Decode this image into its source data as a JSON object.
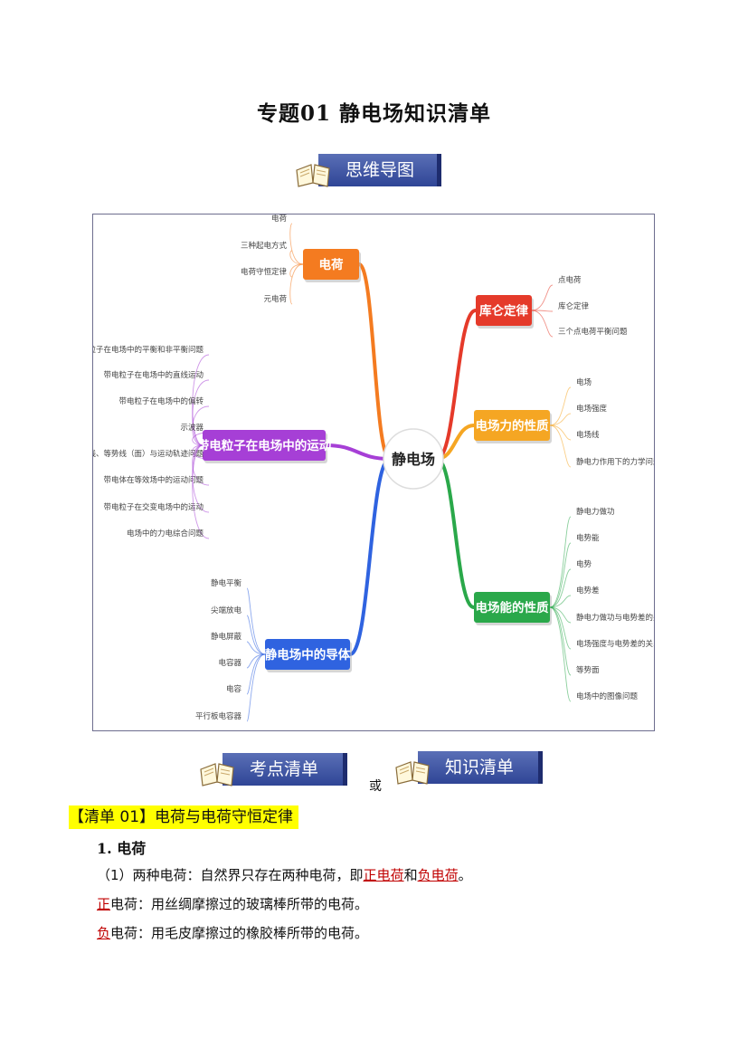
{
  "title": "专题01  静电场知识清单",
  "banners": {
    "mindmap": "思维导图",
    "kaodian": "考点清单",
    "zhishi": "知识清单",
    "or": "或"
  },
  "mindmap": {
    "center": "静电场",
    "branches": [
      {
        "label": "电荷",
        "color": "#f47b20",
        "items": [
          "电荷",
          "三种起电方式",
          "电荷守恒定律",
          "元电荷"
        ]
      },
      {
        "label": "库仑定律",
        "color": "#e53a2a",
        "items": [
          "点电荷",
          "库仑定律",
          "三个点电荷平衡问题"
        ]
      },
      {
        "label": "电场力的性质",
        "color": "#f5a623",
        "items": [
          "电场",
          "电场强度",
          "电场线",
          "静电力作用下的力学问题"
        ]
      },
      {
        "label": "电场能的性质",
        "color": "#2aa84a",
        "items": [
          "静电力做功",
          "电势能",
          "电势",
          "电势差",
          "静电力做功与电势差的关系",
          "电场强度与电势差的关系",
          "等势面",
          "电场中的图像问题"
        ]
      },
      {
        "label": "带电粒子在电场中的运动",
        "color": "#a63fd6",
        "items": [
          "带电粒子在电场中的平衡和非平衡问题",
          "带电粒子在电场中的直线运动",
          "带电粒子在电场中的偏转",
          "示波器",
          "电场线、等势线（面）与运动轨迹问题",
          "带电体在等效场中的运动问题",
          "带电粒子在交变电场中的运动",
          "电场中的力电综合问题"
        ]
      },
      {
        "label": "静电场中的导体",
        "color": "#2f63e0",
        "items": [
          "静电平衡",
          "尖端放电",
          "静电屏蔽",
          "电容器",
          "电容",
          "平行板电容器"
        ]
      }
    ]
  },
  "section": {
    "header": "【清单 01】电荷与电荷守恒定律",
    "item1_title": "1. 电荷",
    "p1": {
      "prefix": "（1）两种电荷：自然界只存在两种电荷，即",
      "pos": "正电荷",
      "mid": "和",
      "neg": "负电荷",
      "suffix": "。"
    },
    "p2": {
      "red": "正",
      "rest": "电荷：用丝绸摩擦过的玻璃棒所带的电荷。"
    },
    "p3": {
      "red": "负",
      "rest": "电荷：用毛皮摩擦过的橡胶棒所带的电荷。"
    }
  }
}
